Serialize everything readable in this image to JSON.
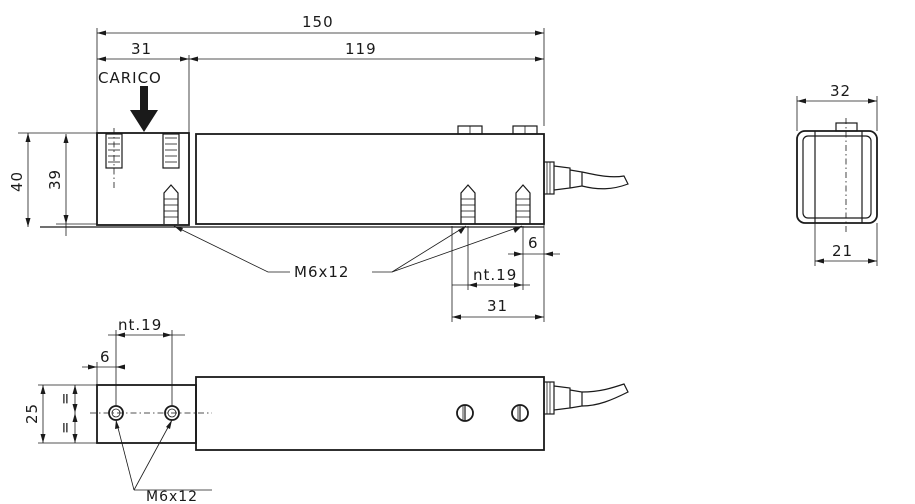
{
  "dimensions": {
    "total_length": "150",
    "block_length": "31",
    "body_length": "119",
    "height_outer": "40",
    "height_inner": "39",
    "width_end": "32",
    "width_inner": "21",
    "bottom_span": "31",
    "bottom_interaxis": "nt.19",
    "bottom_edge": "6",
    "plan_interaxis": "nt.19",
    "plan_edge": "6",
    "plan_width": "25"
  },
  "labels": {
    "load": "CARICO",
    "thread_side": "M6x12",
    "thread_plan": "M6x12",
    "equal_top": "=",
    "equal_bottom": "="
  },
  "colors": {
    "line": "#1a1a1a",
    "background": "#ffffff"
  }
}
